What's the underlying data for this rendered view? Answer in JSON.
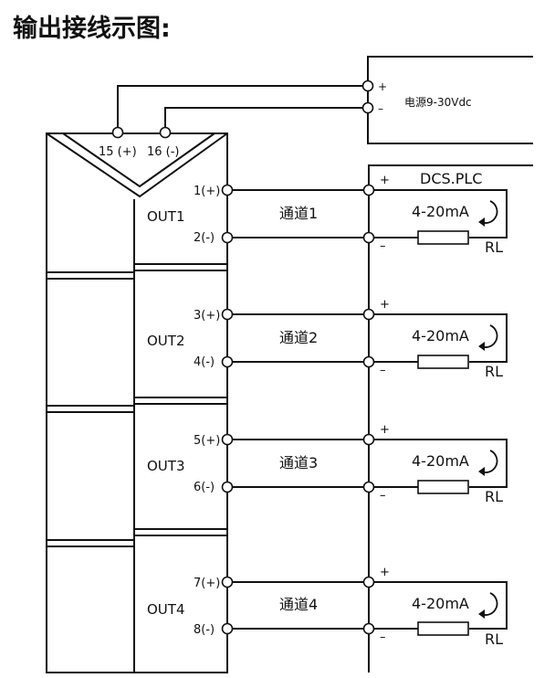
{
  "title": "输出接线示图:",
  "power": {
    "plus": "+",
    "minus": "–",
    "label": "电源9-30Vdc"
  },
  "device": {
    "pin15": "15 (+)",
    "pin16": "16 (-)",
    "outputs": [
      {
        "out": "OUT1",
        "pos": "1(+)",
        "neg": "2(-)",
        "channel": "通道1"
      },
      {
        "out": "OUT2",
        "pos": "3(+)",
        "neg": "4(-)",
        "channel": "通道2"
      },
      {
        "out": "OUT3",
        "pos": "5(+)",
        "neg": "6(-)",
        "channel": "通道3"
      },
      {
        "out": "OUT4",
        "pos": "7(+)",
        "neg": "8(-)",
        "channel": "通道4"
      }
    ]
  },
  "plc": {
    "label": "DCS.PLC",
    "plus": "+",
    "minus": "–",
    "current": "4-20mA",
    "resistor": "RL"
  }
}
